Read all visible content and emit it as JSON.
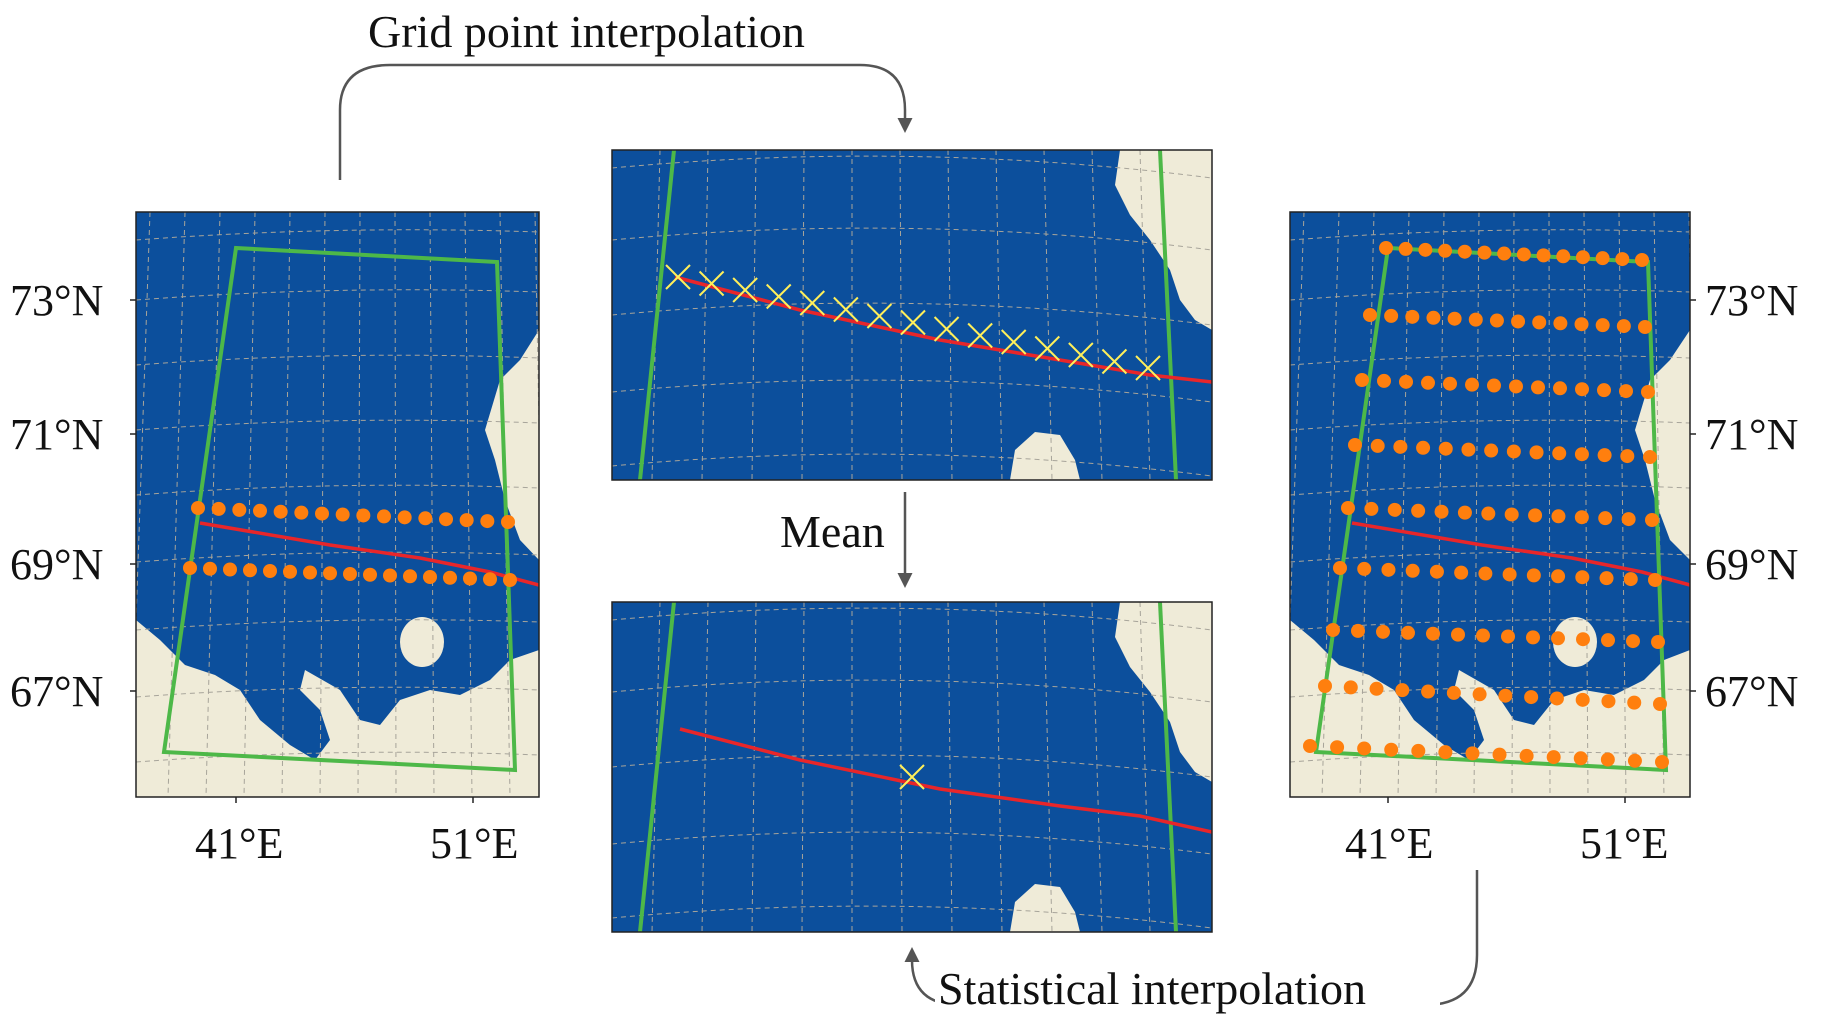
{
  "labels": {
    "grid_interp": "Grid point interpolation",
    "mean": "Mean",
    "stat_interp": "Statistical interpolation"
  },
  "axes": {
    "left_lat": [
      "73°N",
      "71°N",
      "69°N",
      "67°N"
    ],
    "left_lon": [
      "41°E",
      "51°E"
    ],
    "right_lat": [
      "73°N",
      "71°N",
      "69°N",
      "67°N"
    ],
    "right_lon": [
      "41°E",
      "51°E"
    ]
  },
  "colors": {
    "ocean": "#0c4f9c",
    "land": "#efebd8",
    "domain_box": "#4db848",
    "track": "#e8262a",
    "points": "#ff7f0e",
    "cross": "#ffef5a",
    "arrow": "#555555"
  },
  "panels": {
    "left": {
      "orange_rows": 2
    },
    "top_middle": {
      "crosses": 15
    },
    "bottom_middle": {
      "crosses": 1
    },
    "right": {
      "orange_rows": 9
    }
  }
}
